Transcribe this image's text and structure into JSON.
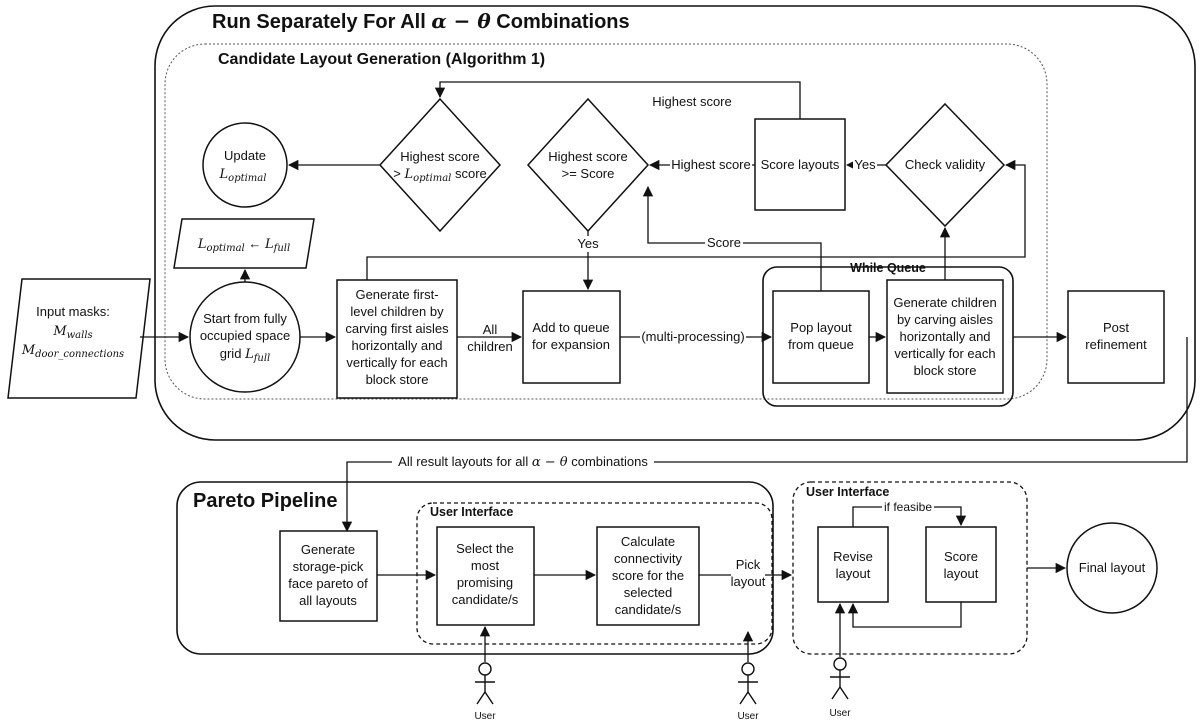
{
  "outer_frame": {
    "title_prefix": "Run Separately For All",
    "title_math": "α − θ",
    "title_suffix": "Combinations"
  },
  "candidate_frame": {
    "title": "Candidate Layout Generation (Algorithm 1)"
  },
  "nodes": {
    "input_masks": {
      "line1": "Input masks:",
      "math1": "M",
      "sub1": "walls",
      "math2": "M",
      "sub2": "door_connections"
    },
    "update_optimal": {
      "line1": "Update",
      "math": "L",
      "sub": "optimal"
    },
    "assign_optimal": {
      "lhs": "L",
      "lhs_sub": "optimal",
      "arrow": "←",
      "rhs": "L",
      "rhs_sub": "full"
    },
    "start_full": {
      "line1": "Start from fully",
      "line2": "occupied space",
      "line3_text": "grid",
      "math": "L",
      "sub": "full"
    },
    "decision_optimal": {
      "line1": "Highest score",
      "line2_op": ">",
      "math": "L",
      "sub": "optimal",
      "line2_suffix": "score"
    },
    "decision_score": {
      "line1": "Highest score",
      "line2": ">= Score"
    },
    "generate_first": {
      "lines": [
        "Generate first-",
        "level children by",
        "carving first aisles",
        "horizontally and",
        "vertically for each",
        "block store"
      ]
    },
    "add_queue": {
      "lines": [
        "Add to queue",
        "for expansion"
      ]
    },
    "while_queue": {
      "title": "While Queue"
    },
    "pop_layout": {
      "lines": [
        "Pop layout",
        "from queue"
      ]
    },
    "generate_children": {
      "lines": [
        "Generate children",
        "by carving aisles",
        "horizontally and",
        "vertically for each",
        "block store"
      ]
    },
    "score_layouts": {
      "label": "Score layouts"
    },
    "check_validity": {
      "label": "Check validity"
    },
    "post_refinement": {
      "lines": [
        "Post",
        "refinement"
      ]
    },
    "pareto_frame": {
      "title": "Pareto Pipeline"
    },
    "ui_frame_1": {
      "title": "User Interface"
    },
    "ui_frame_2": {
      "title": "User Interface"
    },
    "pareto_box": {
      "lines": [
        "Generate",
        "storage-pick",
        "face pareto of",
        "all layouts"
      ]
    },
    "select_box": {
      "lines": [
        "Select the",
        "most",
        "promising",
        "candidate/s"
      ]
    },
    "connectivity_box": {
      "lines": [
        "Calculate",
        "connectivity",
        "score for the",
        "selected",
        "candidate/s"
      ]
    },
    "revise_box": {
      "lines": [
        "Revise",
        "layout"
      ]
    },
    "score_layout_box": {
      "lines": [
        "Score",
        "layout"
      ]
    },
    "final_layout": {
      "label": "Final layout"
    }
  },
  "edge_labels": {
    "highest_score_top": "Highest score",
    "highest_score_mid": "Highest score",
    "yes_validity": "Yes",
    "yes_queue": "Yes",
    "score": "Score",
    "all_children_1": "All",
    "all_children_2": "children",
    "multi_processing": "(multi-processing)",
    "all_results_prefix": "All result layouts for all",
    "all_results_math": "α − θ",
    "all_results_suffix": "combinations",
    "pick_layout_1": "Pick",
    "pick_layout_2": "layout",
    "if_feasible": "if feasibe"
  },
  "actors": {
    "label": "User"
  }
}
